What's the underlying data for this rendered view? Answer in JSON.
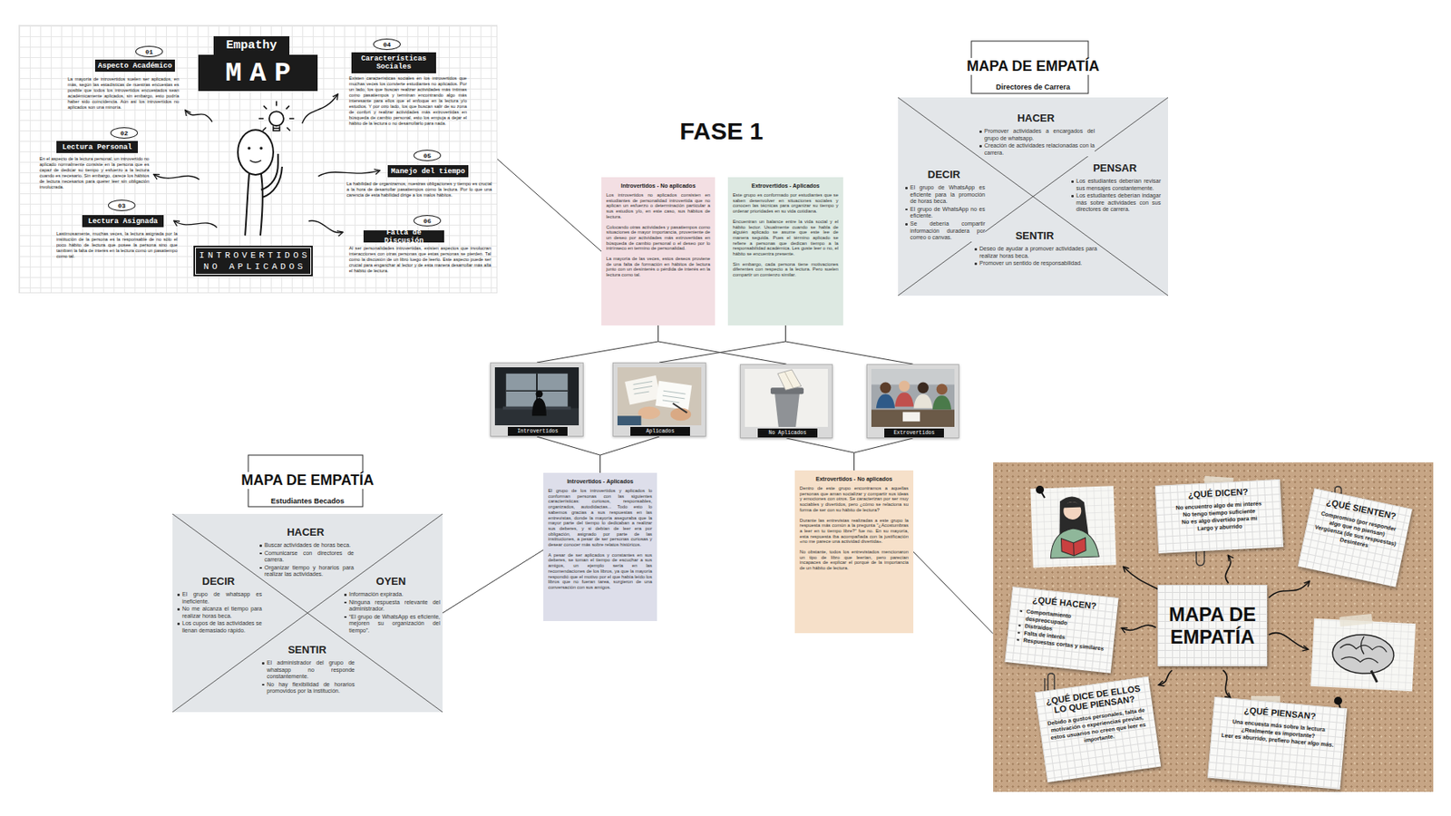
{
  "diagram": {
    "title": "FASE 1",
    "nodes": [
      {
        "text": [
          "Empathy",
          "MAP",
          "INTROVERTIDOS NO APLICADOS"
        ]
      },
      {
        "text": [
          "01",
          "Aspecto Académico",
          "La mayoría de introvertidos suelen ser aplicados, en más, según las estadísticas de nuestras encuestas es posible que todos los introvertidos encuestados sean académicamente aplicados, sin embargo, esto podría haber sido coincidencia. Aún así los introvertidos no aplicados son una minoría."
        ],
        "in": 0
      },
      {
        "text": [
          "02",
          "Lectura Personal",
          "En el aspecto de la lectura personal, un introvertido no aplicado normalmente consiste en la persona que es capaz de dedicar su tiempo y esfuerzo a la lectura cuando es necesario. Sin embargo, carece los hábitos de lectura necesarios para querer leer sin obligación involucrada."
        ],
        "in": 0
      },
      {
        "text": [
          "03",
          "Lectura Asignada",
          "Lastimosamente, muchas veces, la lectura asignada por la institución de la persona es la responsable de no sólo el poco hábito de lectura que posee la persona sino que también la falta de interés en la lectura como un pasatiempo como tal."
        ],
        "in": 0
      },
      {
        "text": [
          "04",
          "Características Sociales",
          "Existen características sociales en los introvertidos que muchas veces los convierte estudiantes no aplicados. Por un lado, los que buscan realizar actividades más íntimas como pasatiempos y terminan encontrando algo más interesante para ellos que el enfoque en la lectura y/o estudios. Y por otro lado, los que buscan salir de su zona de confort y realizar actividades más extrovertidas en búsqueda de cambio personal, esto los empuja a dejar el hábito de la lectura o no desarrollarlo para nada."
        ],
        "in": 0
      },
      {
        "text": [
          "05",
          "Manejo del tiempo",
          "La habilidad de organizarnos, nuestras obligaciones y tiempo es crucial a la hora de desarrollar pasatiempos como la lectura. Por lo que una carencia de esta habilidad dirige a los malos hábitos."
        ],
        "in": 0
      },
      {
        "text": [
          "06",
          "Falta de Discusión",
          "Al ser personalidades introvertidas, existen aspectos que involucran interacciones con otras personas que estas personas se pierden. Tal como la discusión de un libro luego de leerlo. Este aspecto puede ser crucial para enganchar al lector y de esta manera desarrollar más allá el hábito de lectura."
        ],
        "in": 0
      },
      {
        "text": [
          "MAPA DE EMPATÍA",
          "Directores de Carrera"
        ]
      },
      {
        "text": [
          "HACER",
          "Promover actividades a encargados del grupo de whatsapp.",
          "Creación de actividades relacionadas con la carrera."
        ],
        "in": 7
      },
      {
        "text": [
          "DECIR",
          "El grupo de WhatsApp es eficiente para la promoción de horas beca.",
          "El grupo de WhatsApp no es eficiente.",
          "Se debería compartir información duradera por correo o canvas."
        ],
        "in": 7
      },
      {
        "text": [
          "PENSAR",
          "Los estudiantes deberían revisar sus mensajes constantemente.",
          "Los estudiantes deberían indagar más sobre actividades con sus directores de carrera."
        ],
        "in": 7
      },
      {
        "text": [
          "SENTIR",
          "Deseo de ayudar a promover actividades para realizar horas beca.",
          "Promover un sentido de responsabilidad."
        ],
        "in": 7
      },
      {
        "text": [
          "Introvertidos - No aplicados",
          "Los introvertidos no aplicados consisten en estudiantes de personalidad introvertida que no aplican un esfuerzo o determinación particular a sus estudios y/o, en este caso, sus hábitos de lectura.",
          "Colocando otras actividades y pasatiempos como situaciones de mayor importancia, proveniente de un deseo por actividades más extrovertidas en búsqueda de cambio personal o el deseo por lo intrínseco en termino de personalidad.",
          "La mayoría de las veces, estos deseos proviene de una falta de formación en hábitos de lectura junto con un desinterés o pérdida de interés en la lectura como tal."
        ]
      },
      {
        "text": [
          "Extrovertidos - Aplicados",
          "Este grupo es conformado por estudiantes que se saben desenvolver en situaciones sociales y conocen las técnicas para organizar su tiempo y ordenar prioridades en su vida cotidiana.",
          "Encuentran un balance entre la vida social y el hábito lector. Usualmente cuando se habla de alguién aplicado se asume que este lee de manera seguida. Pues el término aplicado se refiere a personas que dedican tiempo a la responsabilidad académica. Les guste leer o no, el hábito se encuentra presente.",
          "Sin embargo, cada persona tiene motivaciones diferentes con respecto a la lectura. Pero suelen compartir un comienzo similar."
        ]
      },
      {
        "text": [
          "Introvertidos"
        ]
      },
      {
        "text": [
          "Aplicados"
        ]
      },
      {
        "text": [
          "No Aplicados"
        ]
      },
      {
        "text": [
          "Extrovertidos"
        ]
      },
      {
        "text": [
          "MAPA DE EMPATÍA",
          "Estudiantes Becados"
        ]
      },
      {
        "text": [
          "HACER",
          "Buscar actividades de horas beca.",
          "Comunicarse con directores de carrera.",
          "Organizar tiempo y horarios para realizar las actividades."
        ],
        "in": 18
      },
      {
        "text": [
          "DECIR",
          "El grupo de whatsapp es ineficiente.",
          "No me alcanza el tiempo para realizar horas beca.",
          "Los cupos de las actividades se llenan demasiado rápido."
        ],
        "in": 18
      },
      {
        "text": [
          "OYEN",
          "Información expirada.",
          "Ninguna respuesta relevante del administrador.",
          "“El grupo de WhatsApp es eficiente, mejoren su organización del tiempo”."
        ],
        "in": 18
      },
      {
        "text": [
          "SENTIR",
          "El administrador del grupo de whatsapp no responde constantemente.",
          "No hay flexibilidad de horarios promovidos por la institución."
        ],
        "in": 18
      },
      {
        "text": [
          "Introvertidos - Aplicados",
          "El grupo de los introvertidos y aplicados lo conforman personas con las siguientes características: curiosos, responsables, organizados, autodidactas... Todo esto lo sabemos gracias a sus respuestas en las entrevistas, donde la mayoría aseguraba que la mayor parte del tiempo lo dedicaban a realizar sus deberes, y si debían de leer era por obligación, asignado por parte de las instituciones, a pesar de ser personas curiosas y desear conocer más sobre relatos históricos.",
          "A pesar de ser aplicados y constantes en sus deberes, se toman el tiempo de escuchar a sus amigos, un ejemplo sería en las recomendaciones de los libros, ya que la mayoría respondió que el motivo por el que había leído los libros que no fueran tarea, surgieron de una conversación con sus amigos."
        ]
      },
      {
        "text": [
          "Extrovertidos - No aplicados",
          "Dentro de este grupo encontramos a aquellas personas que aman socializar y compartir sus ideas y emociones con otros. Se caracterizan por ser muy sociables y divertidos, pero ¿cómo se relaciona su forma de ser con su hábito de lectura?",
          "Durante las entrevistas realizadas a este grupo la respuesta más común a la pregunta \"¿Acostumbras a leer en tu tiempo libre?\" fue no. En su mayoría, esta respuesta iba acompañada con la justificación «no me parece una actividad divertida».",
          "No obstante, todos los entrevistados mencionaron un tipo de libro que leerían, pero parecían incapaces de explicar el porqué de la importancia de un hábito de lectura."
        ]
      },
      {
        "text": [
          "MAPA DE EMPATÍA"
        ]
      },
      {
        "text": [
          "¿QUÉ DICEN?",
          "No encuentro algo de mi interés",
          "No tengo tiempo suficiente",
          "No es algo divertido para mi",
          "Largo y aburrido"
        ],
        "in": 25
      },
      {
        "text": [
          "¿QUÉ SIENTEN?",
          "Compromiso (por responder algo que no piensan)",
          "Vergüenza (de sus respuestas)",
          "Desinterés"
        ],
        "in": 25
      },
      {
        "text": [
          "¿QUÉ HACEN?",
          "Comportamiento despreocupado",
          "Distraídos",
          "Falta de interés",
          "Respuestas cortas y similares"
        ],
        "in": 25
      },
      {
        "text": [
          "¿QUÉ DICE DE ELLOS LO QUE PIENSAN?",
          "Debido a gustos personales, falta de motivación o experiencias previas, estos usuarios no creen que leer es importante."
        ],
        "in": 25
      },
      {
        "text": [
          "¿QUÉ PIENSAN?",
          "Una encuesta más sobre la lectura",
          "¿Realmente es importante?",
          "Leer es aburrido, prefiero hacer algo más."
        ],
        "in": 25
      }
    ],
    "edges": [
      {
        "from": 0,
        "to": 12,
        "arrow": "none"
      },
      {
        "from": 12,
        "to": 14,
        "arrow": "none"
      },
      {
        "from": 12,
        "to": 16,
        "arrow": "none"
      },
      {
        "from": 13,
        "to": 15,
        "arrow": "none"
      },
      {
        "from": 13,
        "to": 17,
        "arrow": "none"
      },
      {
        "from": 14,
        "to": 23,
        "arrow": "none"
      },
      {
        "from": 15,
        "to": 23,
        "arrow": "none"
      },
      {
        "from": 16,
        "to": 24,
        "arrow": "none"
      },
      {
        "from": 17,
        "to": 24,
        "arrow": "none"
      },
      {
        "from": 23,
        "to": 18,
        "arrow": "none"
      },
      {
        "from": 24,
        "to": 25,
        "arrow": "none"
      }
    ]
  }
}
